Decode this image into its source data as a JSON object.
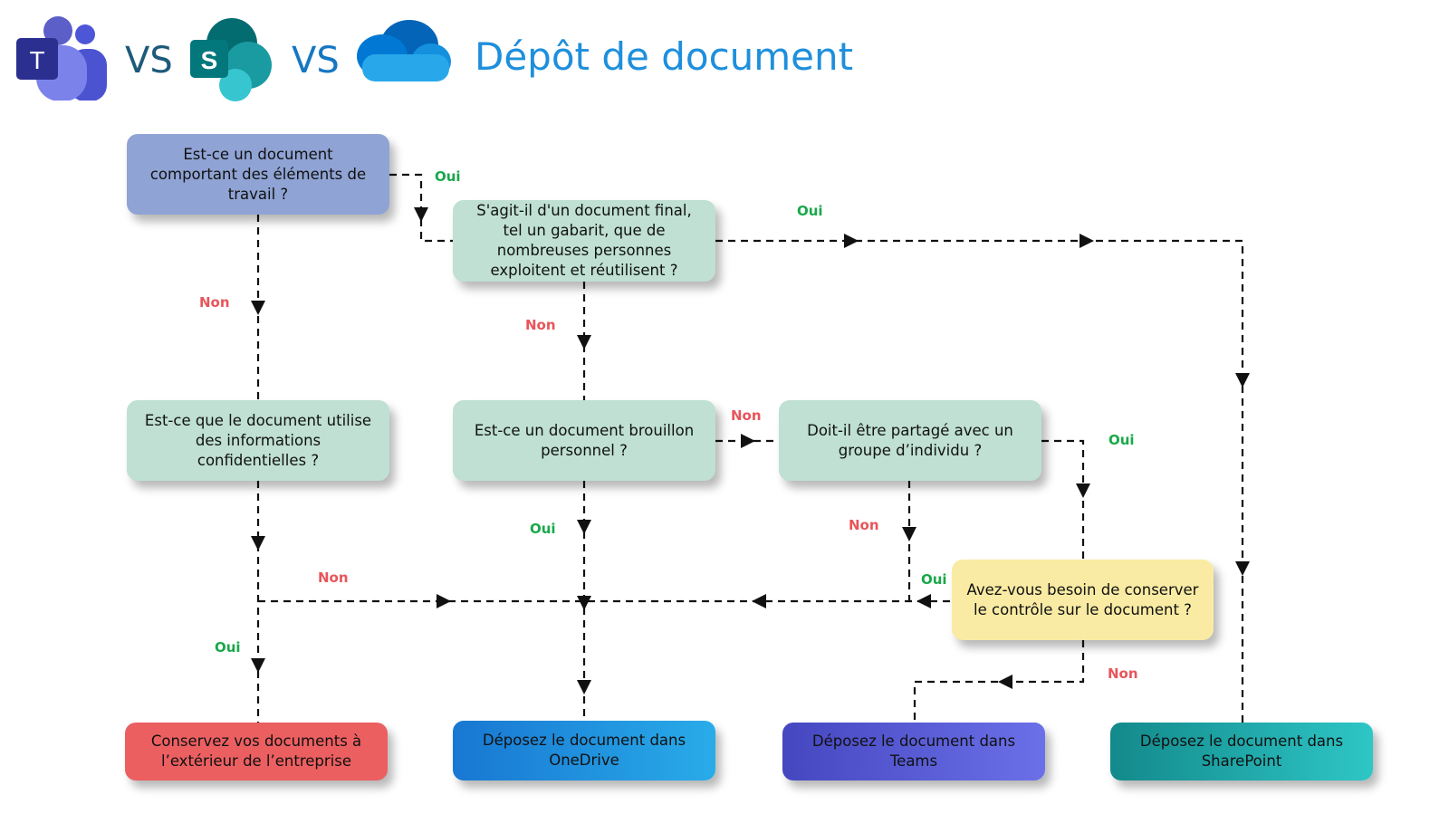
{
  "header": {
    "title": "Dépôt de document",
    "vs1": "VS",
    "vs2": "VS",
    "logos": [
      "teams-logo",
      "sharepoint-logo",
      "onedrive-logo"
    ],
    "teams_letter": "T",
    "sharepoint_letter": "S"
  },
  "nodes": {
    "q_work": "Est-ce un document comportant des éléments de travail ?",
    "q_final": "S'agit-il d'un document final, tel un gabarit, que de nombreuses personnes exploitent et réutilisent ?",
    "q_confidential": "Est-ce que le document utilise des informations confidentielles ?",
    "q_draft": "Est-ce un document brouillon personnel ?",
    "q_shared": "Doit-il être partagé avec un groupe d’individu ?",
    "q_control": "Avez-vous besoin de conserver le contrôle sur le document ?",
    "r_outside": "Conservez vos documents à l’extérieur de l’entreprise",
    "r_onedrive": "Déposez le document dans OneDrive",
    "r_teams": "Déposez le document dans Teams",
    "r_sharepoint": "Déposez le document dans SharePoint"
  },
  "edge_labels": [
    "Oui",
    "Oui",
    "Non",
    "Non",
    "Non",
    "Oui",
    "Non",
    "Oui",
    "Non",
    "Oui",
    "Oui",
    "Non"
  ],
  "colors": {
    "yes": "#19a84a",
    "no": "#e8555a",
    "title": "#1e8fdc"
  }
}
